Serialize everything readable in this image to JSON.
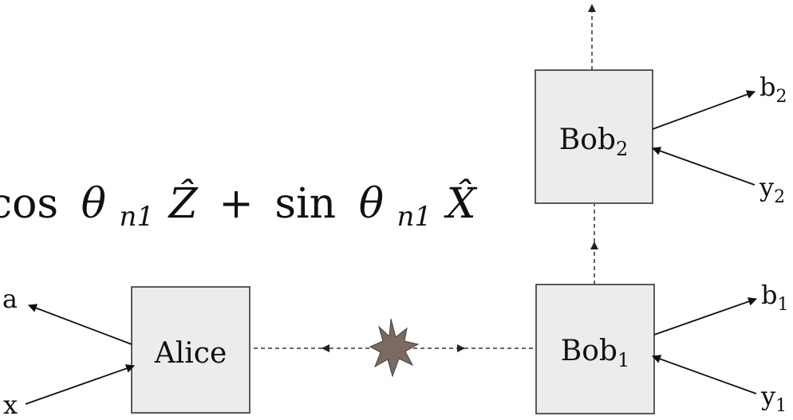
{
  "formula": {
    "cos_fn": "cos",
    "theta": "θ",
    "sub_n1": "n1",
    "z_hat": "Ẑ",
    "plus": "+",
    "sin_fn": "sin",
    "x_hat": "X̂"
  },
  "alice": {
    "label": "Alice",
    "output": "a",
    "input": "x"
  },
  "bob1": {
    "label": "Bob",
    "sub": "1",
    "output": "b",
    "output_sub": "1",
    "input": "y",
    "input_sub": "1"
  },
  "bob2": {
    "label": "Bob",
    "sub": "2",
    "output": "b",
    "output_sub": "2",
    "input": "y",
    "input_sub": "2"
  },
  "colors": {
    "box_fill": "#ececec",
    "source": "#7a6a62"
  },
  "icons": {
    "source": "explosion-star-icon"
  }
}
